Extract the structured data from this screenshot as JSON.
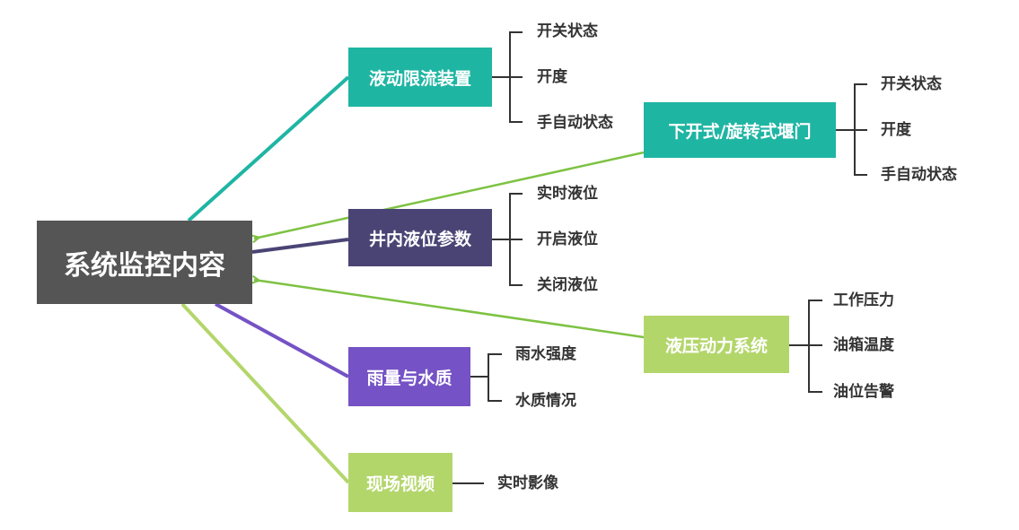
{
  "root": {
    "label": "系统监控内容"
  },
  "branches": {
    "valve": {
      "label": "液动限流装置",
      "children": [
        "开关状态",
        "开度",
        "手自动状态"
      ]
    },
    "gate": {
      "label": "下开式/旋转式堰门",
      "children": [
        "开关状态",
        "开度",
        "手自动状态"
      ]
    },
    "level": {
      "label": "井内液位参数",
      "children": [
        "实时液位",
        "开启液位",
        "关闭液位"
      ]
    },
    "hydraulic": {
      "label": "液压动力系统",
      "children": [
        "工作压力",
        "油箱温度",
        "油位告警"
      ]
    },
    "rain": {
      "label": "雨量与水质",
      "children": [
        "雨水强度",
        "水质情况"
      ]
    },
    "video": {
      "label": "现场视频",
      "children": [
        "实时影像"
      ]
    }
  },
  "colors": {
    "root": "#555555",
    "teal": "#1fb5a3",
    "navy": "#4a4475",
    "lime": "#b3d66b",
    "purple": "#7552c5",
    "green_connector": "#7dc242",
    "bracket": "#333333"
  }
}
